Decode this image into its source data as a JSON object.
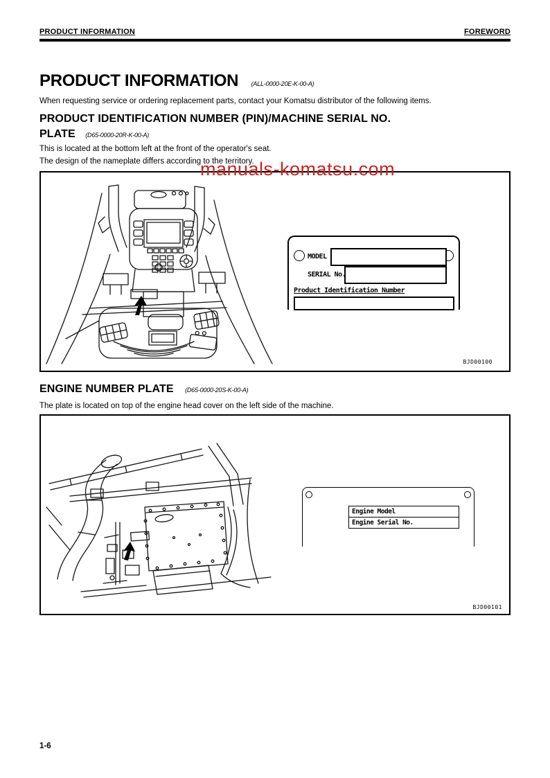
{
  "page": {
    "header": {
      "left": "PRODUCT INFORMATION",
      "right": "FOREWORD"
    },
    "title": {
      "text": "PRODUCT INFORMATION",
      "code": "(ALL-0000-20E-K-00-A)"
    },
    "intro": "When requesting service or ordering replacement parts, contact your Komatsu distributor of the following items.",
    "watermark": {
      "text": "manuals-komatsu.com",
      "color": "#cc2222"
    },
    "footer": {
      "page_number": "1-6"
    }
  },
  "section_pin": {
    "heading_line1": "PRODUCT IDENTIFICATION NUMBER (PIN)/MACHINE SERIAL NO.",
    "heading_line2": "PLATE",
    "code": "(D65-0000-20R-K-00-A)",
    "body": [
      "This is located at the bottom left at the front of the operator's seat.",
      "The design of the nameplate differs according to the territory."
    ],
    "figure": {
      "id": "BJD00100",
      "drawing_name": "operator-console-line-drawing",
      "plate": {
        "model_label": "MODEL",
        "serial_label": "SERIAL No.",
        "pin_label": "Product Identification Number"
      }
    }
  },
  "section_engine": {
    "heading_line1": "ENGINE NUMBER PLATE",
    "code": "(D65-0000-20S-K-00-A)",
    "body": [
      "The plate is located on top of the engine head cover on the left side of the machine."
    ],
    "figure": {
      "id": "BJD00101",
      "drawing_name": "engine-line-drawing",
      "plate": {
        "rows": [
          "Engine Model",
          "Engine Serial No."
        ]
      }
    }
  }
}
